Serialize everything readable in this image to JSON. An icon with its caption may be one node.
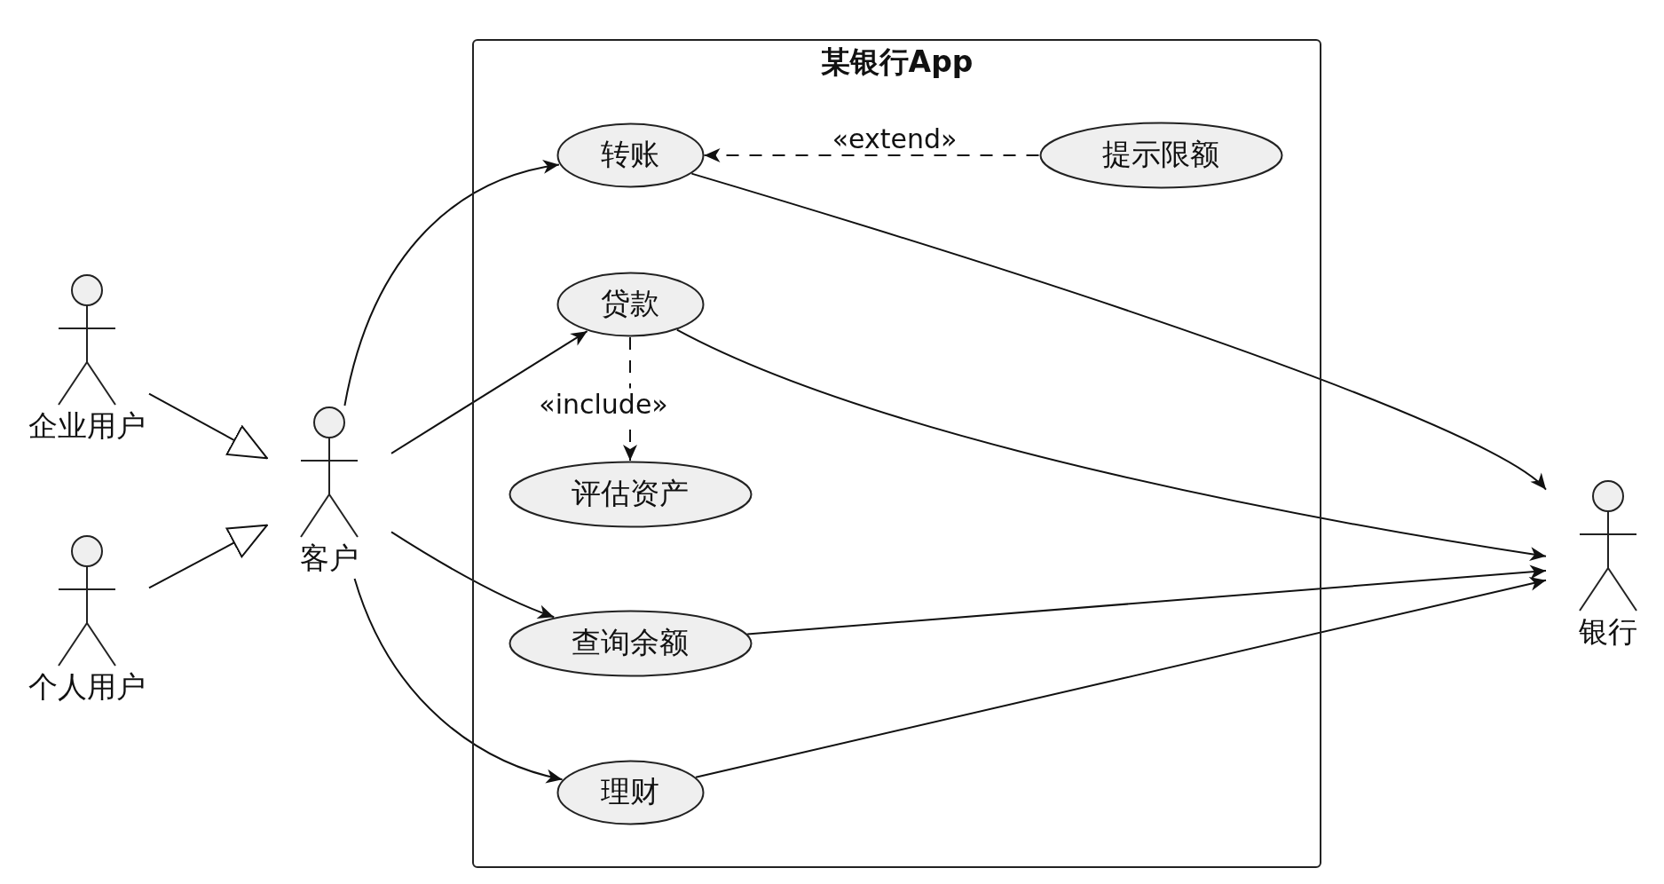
{
  "diagram": {
    "nodes": [
      {
        "text": [
          "某银行App"
        ]
      },
      {
        "text": [
          "转账"
        ],
        "in": 0
      },
      {
        "text": [
          "提示限额"
        ],
        "in": 0
      },
      {
        "text": [
          "贷款"
        ],
        "in": 0
      },
      {
        "text": [
          "评估资产"
        ],
        "in": 0
      },
      {
        "text": [
          "查询余额"
        ],
        "in": 0
      },
      {
        "text": [
          "理财"
        ],
        "in": 0
      },
      {
        "text": [
          "企业用户"
        ]
      },
      {
        "text": [
          "个人用户"
        ]
      },
      {
        "text": [
          "客户"
        ]
      },
      {
        "text": [
          "银行"
        ]
      }
    ],
    "edges": [
      {
        "from": 7,
        "to": 9,
        "arrow": "to"
      },
      {
        "from": 8,
        "to": 9,
        "arrow": "to"
      },
      {
        "from": 9,
        "to": 1,
        "arrow": "to"
      },
      {
        "from": 9,
        "to": 3,
        "arrow": "to"
      },
      {
        "from": 9,
        "to": 5,
        "arrow": "to"
      },
      {
        "from": 9,
        "to": 6,
        "arrow": "to"
      },
      {
        "from": 2,
        "to": 1,
        "arrow": "to",
        "label": "«extend»",
        "style": "dashed"
      },
      {
        "from": 3,
        "to": 4,
        "arrow": "to",
        "label": "«include»",
        "style": "dashed"
      },
      {
        "from": 1,
        "to": 10,
        "arrow": "to"
      },
      {
        "from": 3,
        "to": 10,
        "arrow": "to"
      },
      {
        "from": 5,
        "to": 10,
        "arrow": "to"
      },
      {
        "from": 6,
        "to": 10,
        "arrow": "to"
      }
    ]
  }
}
